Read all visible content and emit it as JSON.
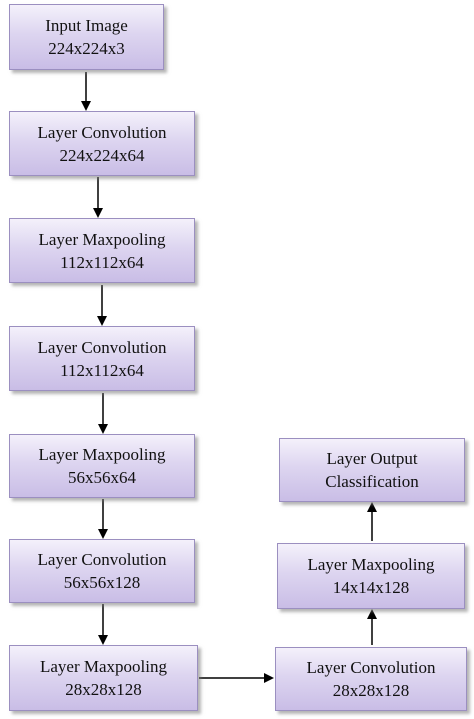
{
  "nodes": [
    {
      "title": "Input Image",
      "subtitle": "224x224x3"
    },
    {
      "title": "Layer Convolution",
      "subtitle": "224x224x64"
    },
    {
      "title": "Layer Maxpooling",
      "subtitle": "112x112x64"
    },
    {
      "title": "Layer Convolution",
      "subtitle": "112x112x64"
    },
    {
      "title": "Layer Maxpooling",
      "subtitle": "56x56x64"
    },
    {
      "title": "Layer Convolution",
      "subtitle": "56x56x128"
    },
    {
      "title": "Layer Maxpooling",
      "subtitle": "28x28x128"
    },
    {
      "title": "Layer Convolution",
      "subtitle": "28x28x128"
    },
    {
      "title": "Layer Maxpooling",
      "subtitle": "14x14x128"
    },
    {
      "title": "Layer Output",
      "subtitle": "Classification"
    }
  ],
  "colors": {
    "box_top": "#f4f1fb",
    "box_bottom": "#c9bde6",
    "box_border": "#9b8fc0",
    "arrow": "#000000"
  }
}
